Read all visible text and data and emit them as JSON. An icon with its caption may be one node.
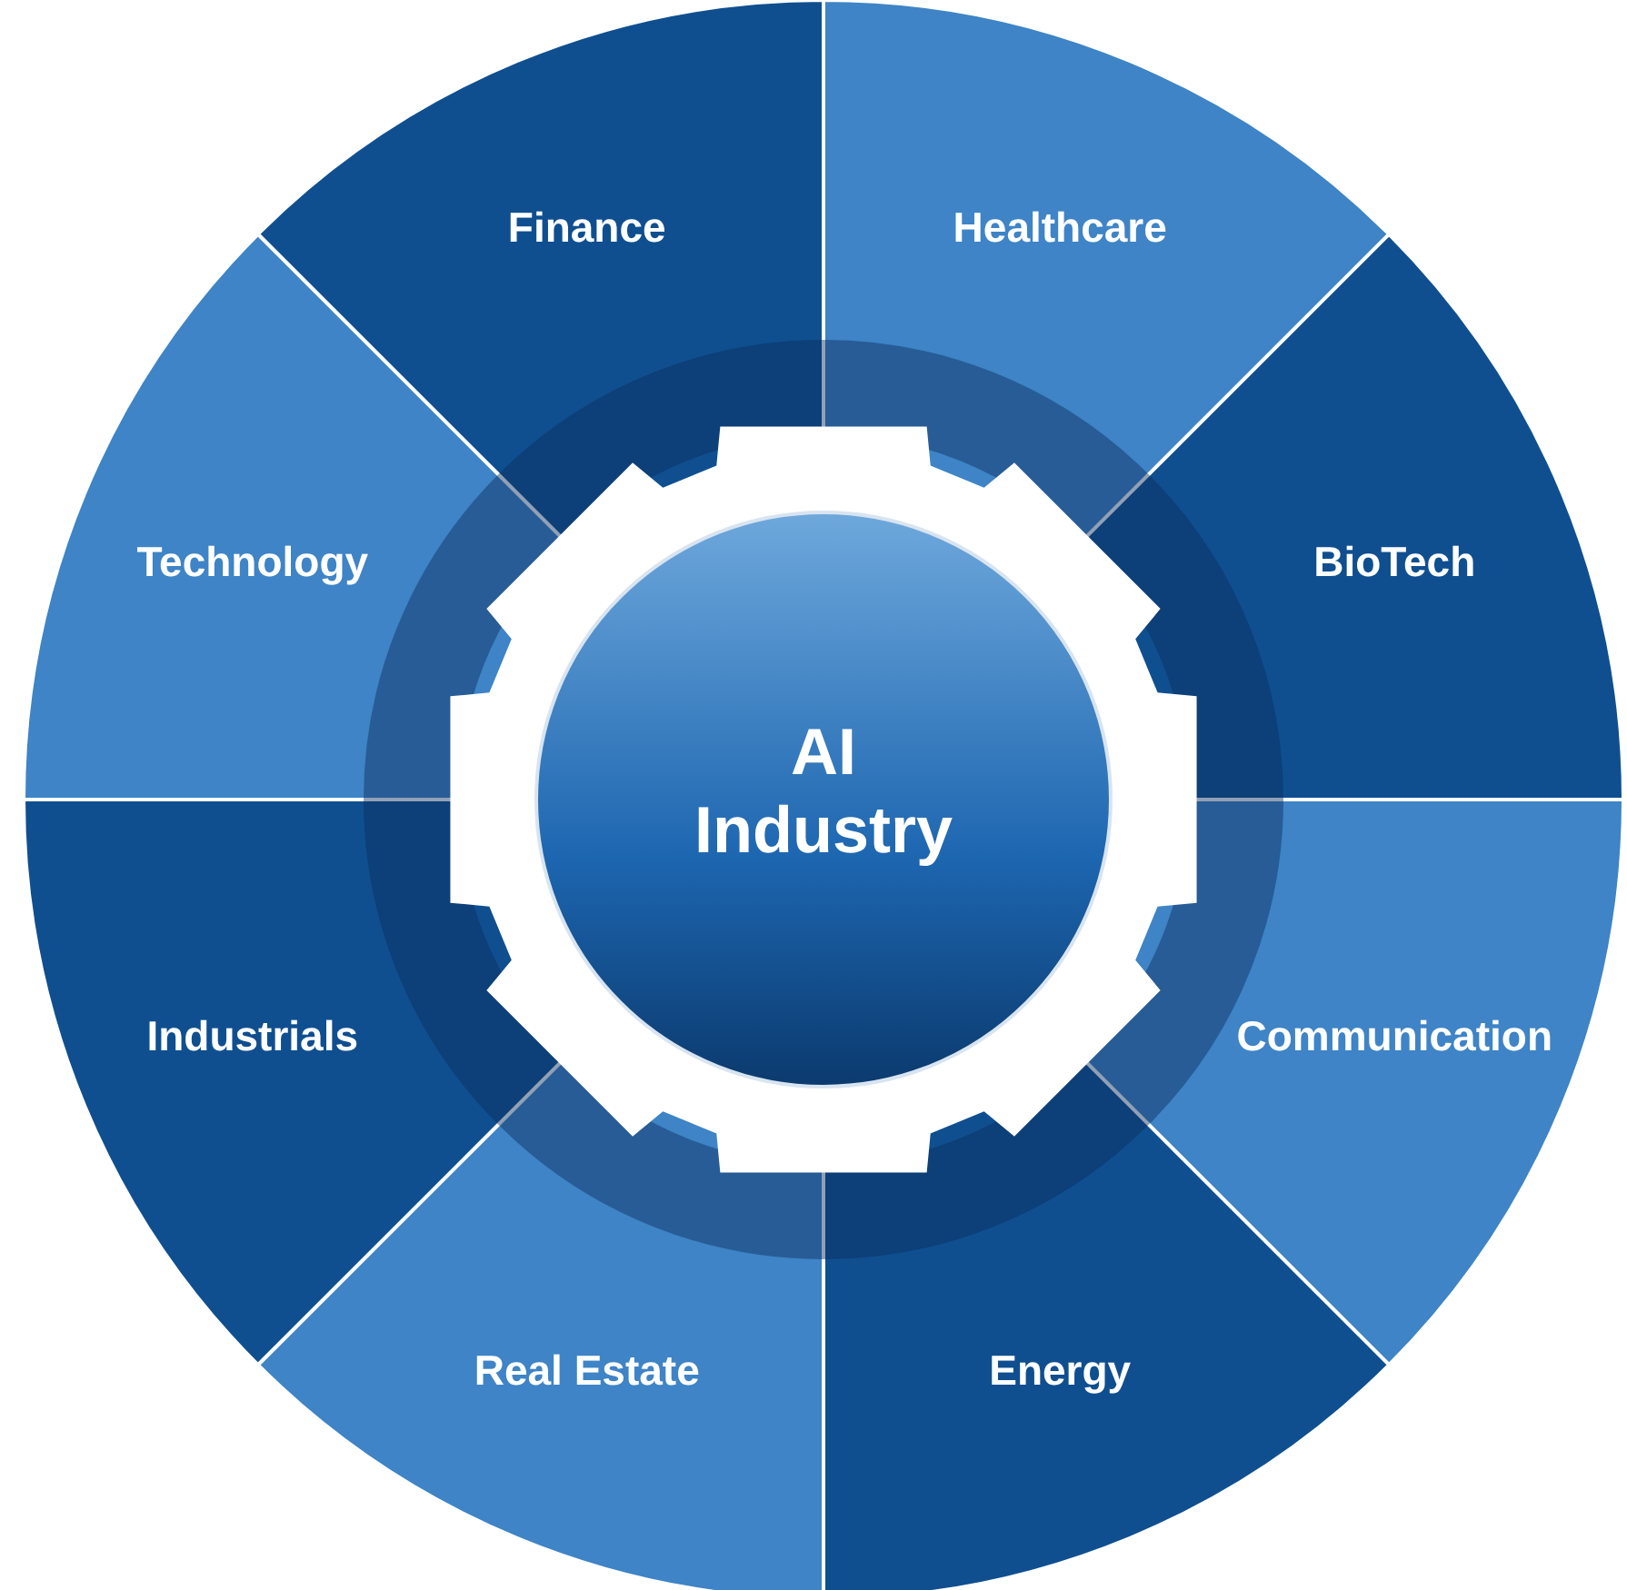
{
  "diagram": {
    "nodes": [
      {
        "text": [
          "Finance"
        ]
      },
      {
        "text": [
          "Healthcare"
        ]
      },
      {
        "text": [
          "BioTech"
        ]
      },
      {
        "text": [
          "Communication"
        ]
      },
      {
        "text": [
          "Energy"
        ]
      },
      {
        "text": [
          "Real Estate"
        ]
      },
      {
        "text": [
          "Industrials"
        ]
      },
      {
        "text": [
          "Technology"
        ]
      },
      {
        "text": [
          "AI Industry"
        ]
      }
    ]
  }
}
